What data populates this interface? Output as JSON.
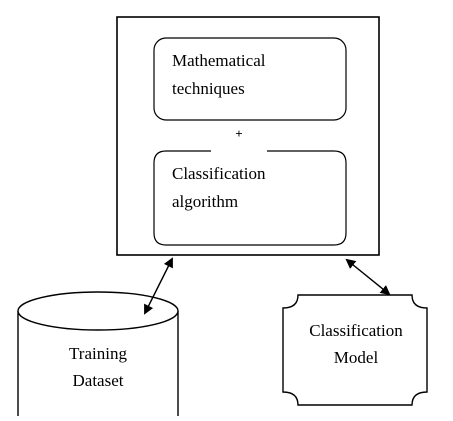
{
  "diagram": {
    "box_top": {
      "line1": "Mathematical",
      "line2": "techniques"
    },
    "plus_sign": "+",
    "box_bottom": {
      "line1": "Classification",
      "line2": "algorithm"
    },
    "database": {
      "line1": "Training",
      "line2": "Dataset"
    },
    "model": {
      "line1": "Classification",
      "line2": "Model"
    }
  }
}
